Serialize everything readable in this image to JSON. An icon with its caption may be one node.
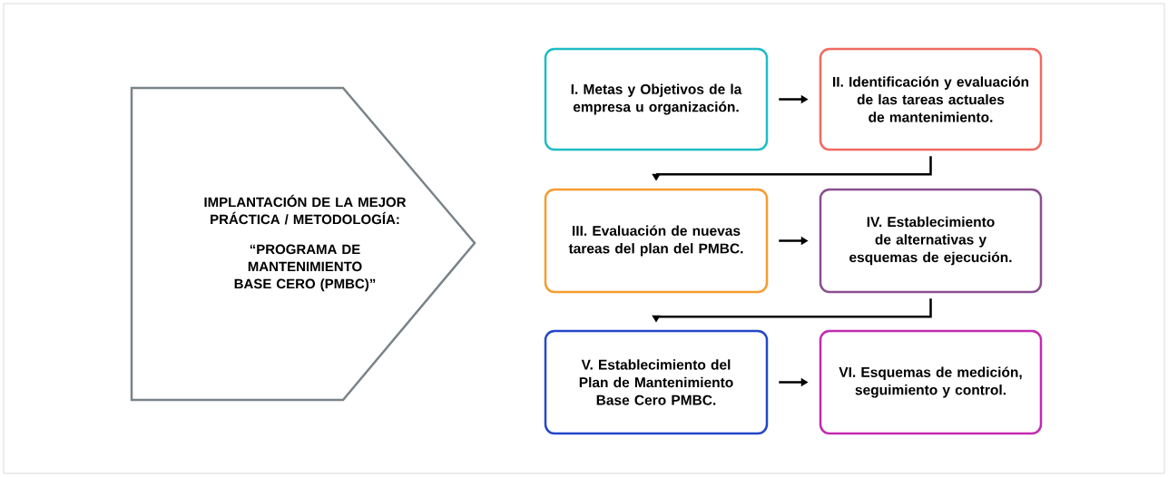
{
  "diagram": {
    "nodes": [
      {
        "text": [
          "IMPLANTACIÓN DE LA MEJOR PRÁCTICA / METODOLOGÍA:",
          "“PROGRAMA DE MANTENIMIENTO BASE CERO (PMBC)”"
        ]
      },
      {
        "text": [
          "I. Metas y Objetivos de la empresa u organización."
        ]
      },
      {
        "text": [
          "II. Identificación y evaluación de las tareas actuales de mantenimiento."
        ]
      },
      {
        "text": [
          "III. Evaluación de nuevas tareas del plan del PMBC."
        ]
      },
      {
        "text": [
          "IV. Establecimiento de alternativas y esquemas de ejecución."
        ]
      },
      {
        "text": [
          "V. Establecimiento del Plan de Mantenimiento Base Cero PMBC."
        ]
      },
      {
        "text": [
          "VI. Esquemas de medición, seguimiento y control."
        ]
      }
    ],
    "edges": [
      {
        "from": 1,
        "to": 2,
        "arrow": "to"
      },
      {
        "from": 2,
        "to": 3,
        "arrow": "to"
      },
      {
        "from": 3,
        "to": 4,
        "arrow": "to"
      },
      {
        "from": 4,
        "to": 5,
        "arrow": "to"
      },
      {
        "from": 5,
        "to": 6,
        "arrow": "to"
      }
    ]
  }
}
